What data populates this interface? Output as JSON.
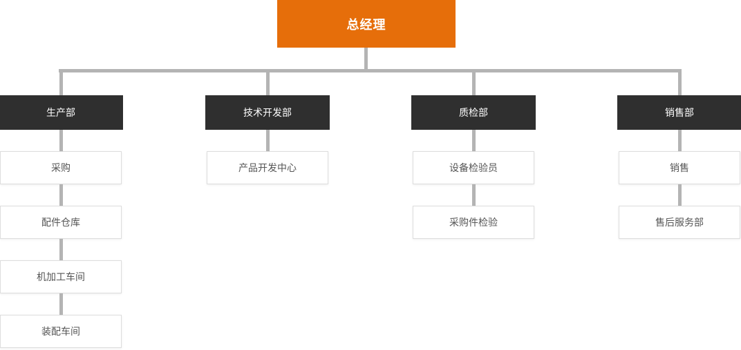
{
  "colors": {
    "root_bg": "#e66e0a",
    "dept_bg": "#2f2f2f",
    "connector": "#b4b4b4",
    "child_border": "#dddddd",
    "child_text": "#555555",
    "node_text": "#ffffff",
    "page_bg": "#ffffff"
  },
  "org_chart": {
    "root": {
      "label": "总经理"
    },
    "departments": [
      {
        "label": "生产部",
        "children": [
          {
            "label": "采购"
          },
          {
            "label": "配件仓库"
          },
          {
            "label": "机加工车间"
          },
          {
            "label": "装配车间"
          }
        ]
      },
      {
        "label": "技术开发部",
        "children": [
          {
            "label": "产品开发中心"
          }
        ]
      },
      {
        "label": "质检部",
        "children": [
          {
            "label": "设备检验员"
          },
          {
            "label": "采购件检验"
          }
        ]
      },
      {
        "label": "销售部",
        "children": [
          {
            "label": "销售"
          },
          {
            "label": "售后服务部"
          }
        ]
      }
    ]
  }
}
